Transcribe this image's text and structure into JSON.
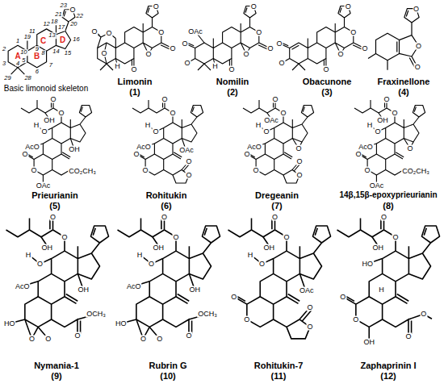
{
  "diagram": {
    "labels": [
      "23",
      "22",
      "O",
      "21",
      "20",
      "18",
      "17",
      "12",
      "11",
      "13",
      "C",
      "D",
      "16",
      "14",
      "15",
      "19",
      "1",
      "2",
      "3",
      "A",
      "10",
      "5",
      "4",
      "B",
      "9",
      "8",
      "6",
      "7",
      "29",
      "28",
      "O",
      "O",
      "O",
      "O",
      "O",
      "H",
      "O",
      "O",
      "O",
      "O",
      "O",
      "O",
      "O",
      "O",
      "H",
      "OAc",
      "O",
      "O",
      "O",
      "O",
      "O",
      "O",
      "O",
      "O",
      "O",
      "O",
      "O",
      "O",
      "O",
      "O",
      "OH",
      "O",
      "H",
      "AcO",
      "OH",
      "O",
      "O",
      "CO₂CH₃",
      "OAc",
      "O",
      "O",
      "O",
      "H",
      "AcO",
      "OAc",
      "O",
      "O",
      "O",
      "O",
      "O",
      "O",
      "OAc",
      "O",
      "H",
      "AcO",
      "O",
      "O",
      "O",
      "O",
      "O",
      "O",
      "O",
      "OH",
      "O",
      "H",
      "AcO",
      "O",
      "O",
      "O",
      "CO₂CH₃",
      "OAc",
      "O",
      "O",
      "OH",
      "O",
      "H",
      "AcO",
      "OH",
      "HO",
      "O",
      "O",
      "O",
      "OCH₃",
      "O",
      "O",
      "OH",
      "O",
      "H",
      "AcO",
      "OH",
      "HO",
      "O",
      "O",
      "O",
      "OCH₃",
      "O",
      "O",
      "OH",
      "O",
      "H",
      "OAc",
      "O",
      "O",
      "O",
      "O",
      "O",
      "O",
      "OH",
      "HO",
      "O",
      "O",
      "OH",
      "H",
      "O",
      "O",
      "Basic limonoid skeleton",
      "Limonin",
      "(1)",
      "Nomilin",
      "(2)",
      "Obacunone",
      "(3)",
      "Fraxinellone",
      "(4)",
      "Prieurianin",
      "(5)",
      "Rohitukin",
      "(6)",
      "Dregeanin",
      "(7)",
      "14β,15β-epoxyprieurianin",
      "(8)",
      "Nymania-1",
      "(9)",
      "Rubrin G",
      "(10)",
      "Rohitukin-7",
      "(11)",
      "Zaphaprinin I",
      "(12)"
    ]
  }
}
